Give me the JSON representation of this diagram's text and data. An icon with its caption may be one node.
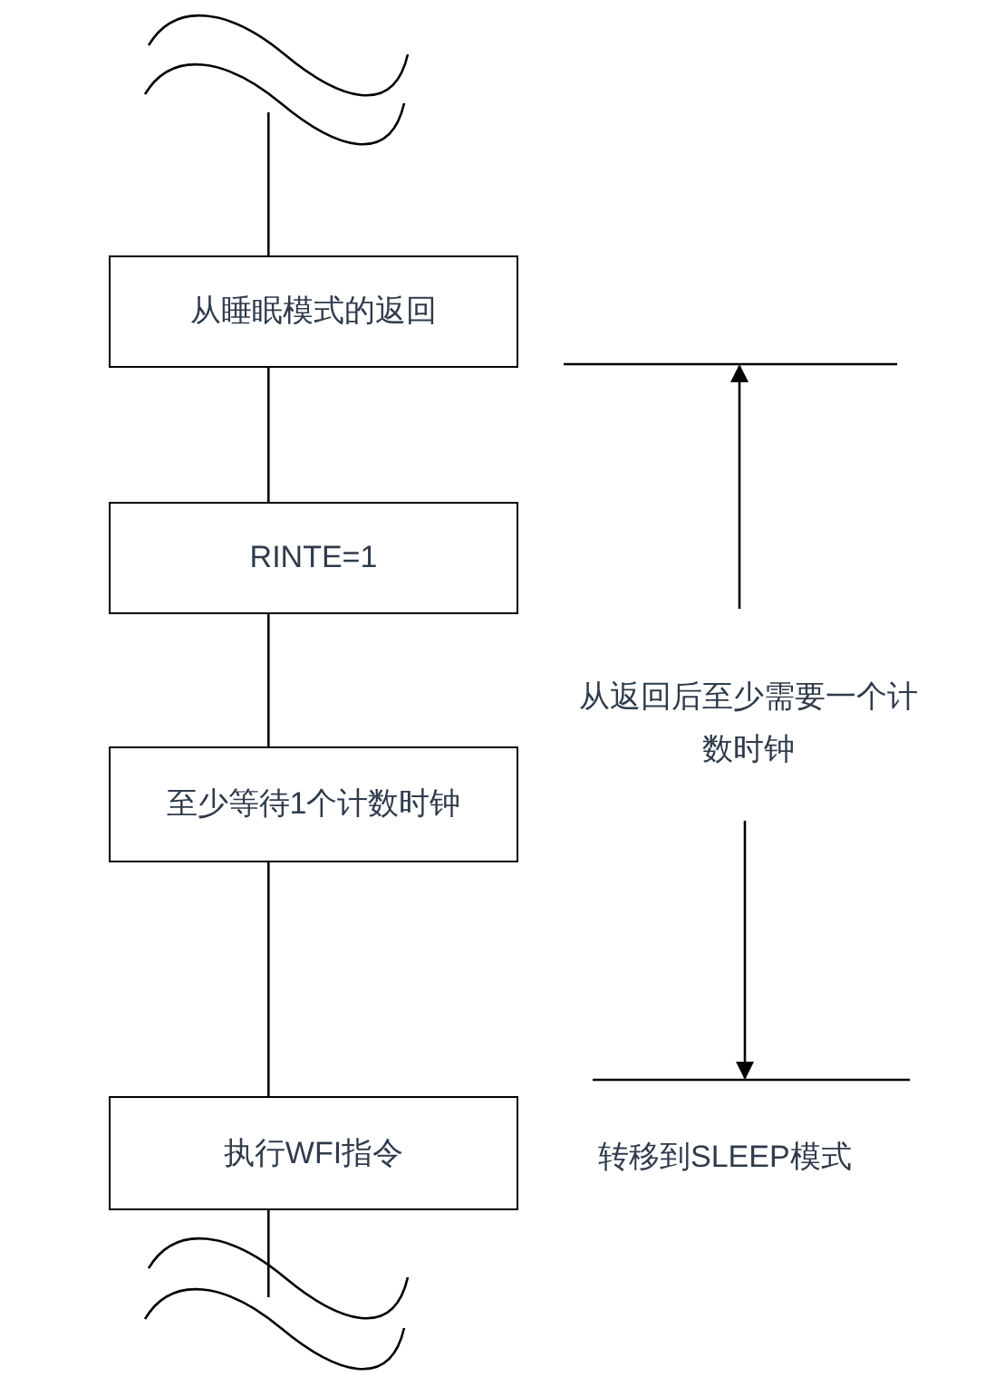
{
  "diagram": {
    "nodes": [
      {
        "text": [
          "从睡眠模式的返回"
        ]
      },
      {
        "text": [
          "RINTE=1"
        ]
      },
      {
        "text": [
          "至少等待1个计数时钟"
        ]
      },
      {
        "text": [
          "执行WFI指令"
        ]
      }
    ],
    "edges": [
      {
        "from": null,
        "to": 0,
        "arrow": "none"
      },
      {
        "from": 0,
        "to": 1,
        "arrow": "none"
      },
      {
        "from": 1,
        "to": 2,
        "arrow": "none"
      },
      {
        "from": 2,
        "to": 3,
        "arrow": "none"
      },
      {
        "from": 3,
        "to": null,
        "arrow": "none"
      }
    ],
    "labels": [
      "从返回后至少需要一个计数时钟",
      "转移到SLEEP模式"
    ]
  }
}
